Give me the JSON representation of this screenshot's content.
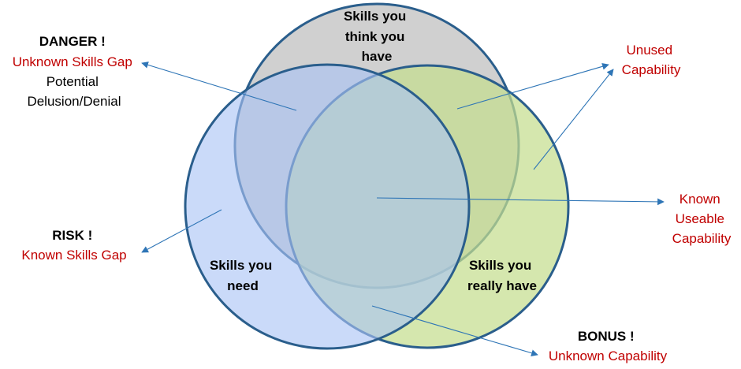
{
  "colors": {
    "think_fill": "#d0d0d0",
    "need_fill": "#a9c4f5",
    "really_fill": "#c5de8f",
    "circle_stroke": "#2a5e8c",
    "arrow": "#2e75b6",
    "red_text": "#c00000"
  },
  "circles": {
    "think": {
      "lines": [
        "Skills you",
        "think you",
        "have"
      ]
    },
    "need": {
      "lines": [
        "Skills you",
        "need"
      ]
    },
    "really": {
      "lines": [
        "Skills you",
        "really have"
      ]
    }
  },
  "annotations": {
    "danger": {
      "title": "DANGER !",
      "red": "Unknown Skills Gap",
      "black_lines": [
        "Potential",
        "Delusion/Denial"
      ]
    },
    "risk": {
      "title": "RISK !",
      "red": "Known Skills Gap"
    },
    "unused": {
      "red_lines": [
        "Unused",
        "Capability"
      ]
    },
    "known_useable": {
      "red_lines": [
        "Known",
        "Useable",
        "Capability"
      ]
    },
    "bonus": {
      "title": "BONUS !",
      "red": "Unknown Capability"
    }
  }
}
